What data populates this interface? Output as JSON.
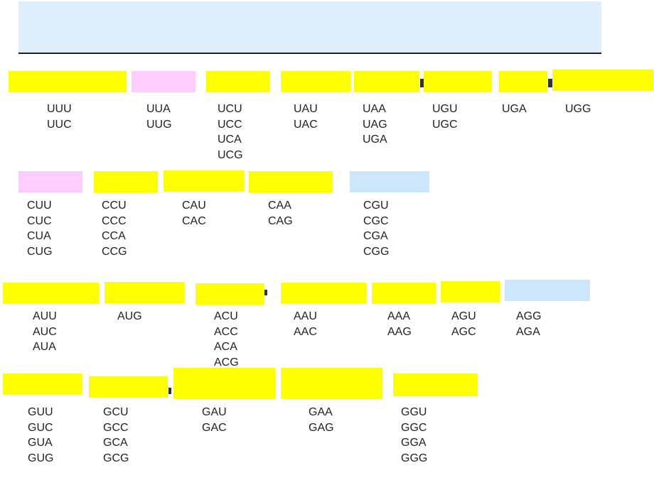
{
  "groups": [
    {
      "codons": [
        "UUU",
        "UUC"
      ],
      "color": "#ffff00"
    },
    {
      "codons": [
        "UUA",
        "UUG"
      ],
      "color": "#ffccff"
    },
    {
      "codons": [
        "UCU",
        "UCC",
        "UCA",
        "UCG"
      ],
      "color": "#ffff00"
    },
    {
      "codons": [
        "UAU",
        "UAC"
      ],
      "color": "#ffff00"
    },
    {
      "codons": [
        "UAA",
        "UAG",
        "UGA"
      ],
      "color": "#ffff00"
    },
    {
      "codons": [
        "UGU",
        "UGC"
      ],
      "color": "#ffff00"
    },
    {
      "codons": [
        "UGA"
      ],
      "color": "#ffff00"
    },
    {
      "codons": [
        "UGG"
      ],
      "color": "#ffff00"
    },
    {
      "codons": [
        "CUU",
        "CUC",
        "CUA",
        "CUG"
      ],
      "color": "#ffccff"
    },
    {
      "codons": [
        "CCU",
        "CCC",
        "CCA",
        "CCG"
      ],
      "color": "#ffff00"
    },
    {
      "codons": [
        "CAU",
        "CAC"
      ],
      "color": "#ffff00"
    },
    {
      "codons": [
        "CAA",
        "CAG"
      ],
      "color": "#ffff00"
    },
    {
      "codons": [
        "CGU",
        "CGC",
        "CGA",
        "CGG"
      ],
      "color": "#cce6fb"
    },
    {
      "codons": [
        "AUU",
        "AUC",
        "AUA"
      ],
      "color": "#ffff00"
    },
    {
      "codons": [
        "AUG"
      ],
      "color": "#ffff00"
    },
    {
      "codons": [
        "ACU",
        "ACC",
        "ACA",
        "ACG"
      ],
      "color": "#ffff00"
    },
    {
      "codons": [
        "AAU",
        "AAC"
      ],
      "color": "#ffff00"
    },
    {
      "codons": [
        "AAA",
        "AAG"
      ],
      "color": "#ffff00"
    },
    {
      "codons": [
        "AGU",
        "AGC"
      ],
      "color": "#ffff00"
    },
    {
      "codons": [
        "AGG",
        "AGA"
      ],
      "color": "#cce6fb"
    },
    {
      "codons": [
        "GUU",
        "GUC",
        "GUA",
        "GUG"
      ],
      "color": "#ffff00"
    },
    {
      "codons": [
        "GCU",
        "GCC",
        "GCA",
        "GCG"
      ],
      "color": "#ffff00"
    },
    {
      "codons": [
        "GAU",
        "GAC"
      ],
      "color": "#ffff00"
    },
    {
      "codons": [
        "GAA",
        "GAG"
      ],
      "color": "#ffff00"
    },
    {
      "codons": [
        "GGU",
        "GGC",
        "GGA",
        "GGG"
      ],
      "color": "#ffff00"
    }
  ]
}
